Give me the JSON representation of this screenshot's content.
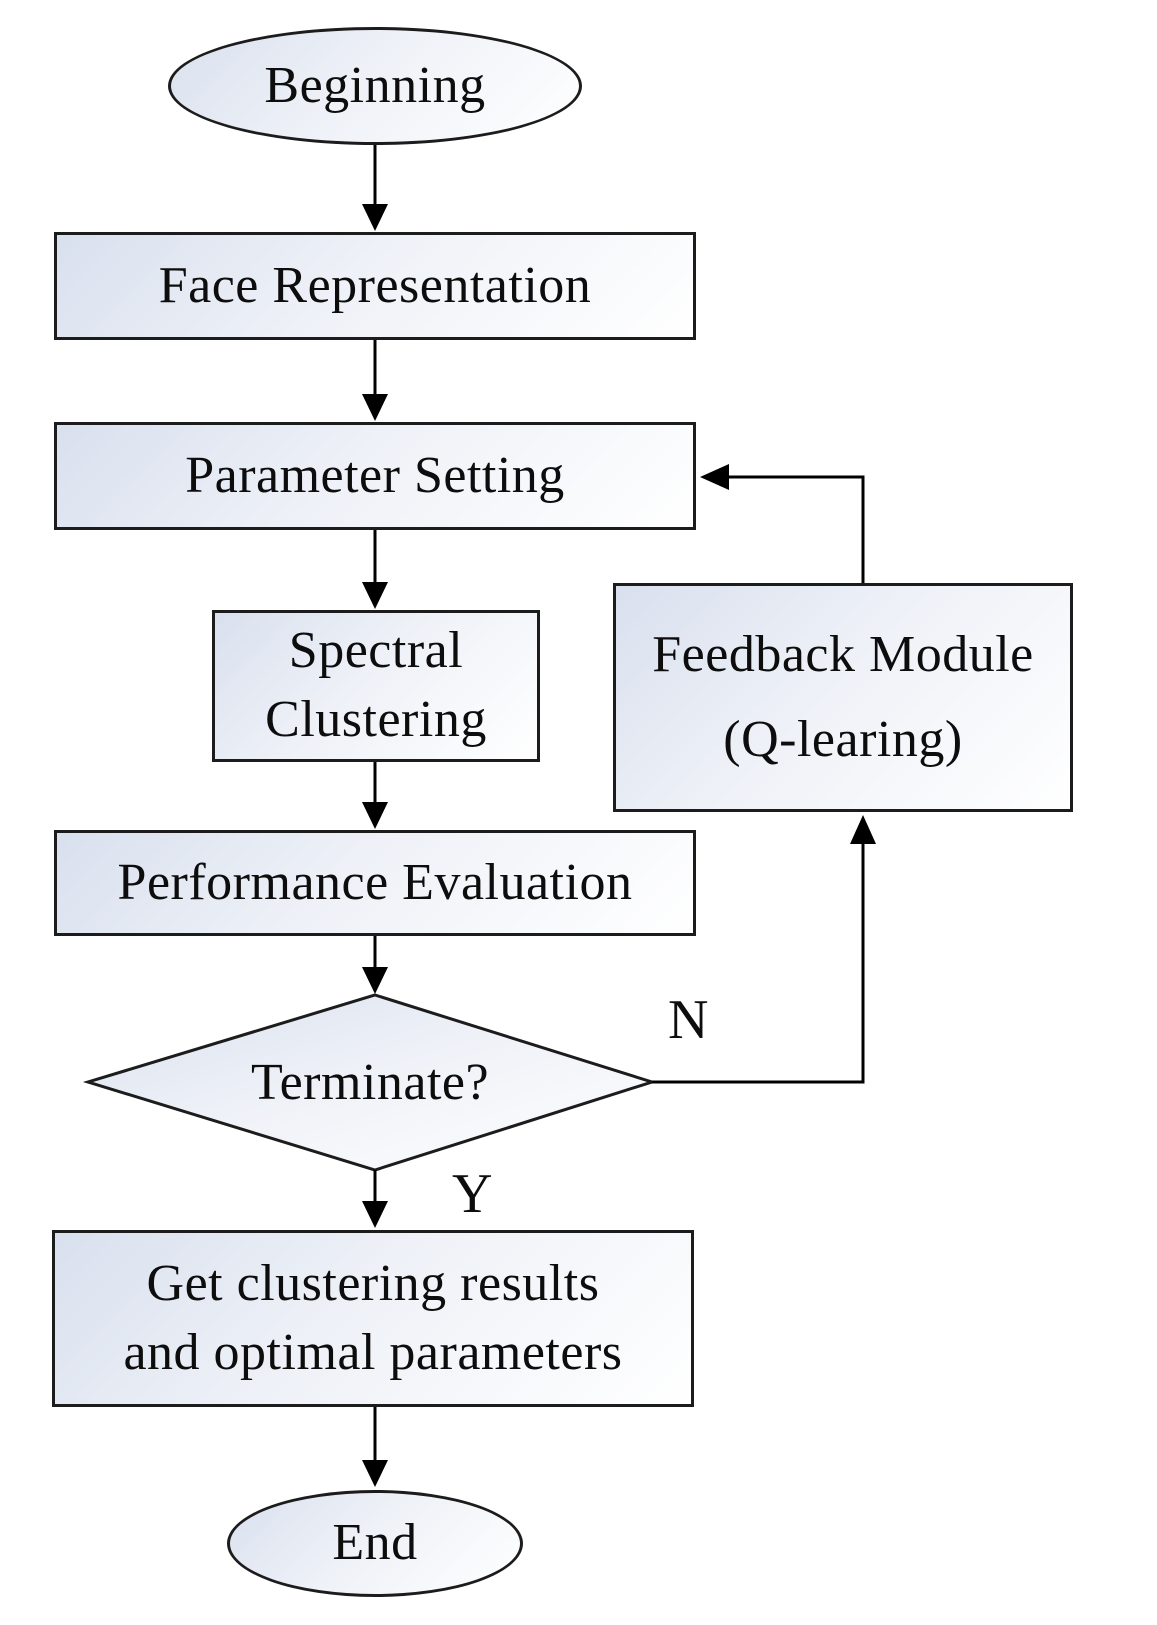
{
  "flowchart": {
    "nodes": {
      "beginning": "Beginning",
      "face_representation": "Face Representation",
      "parameter_setting": "Parameter Setting",
      "spectral_clustering": "Spectral\nClustering",
      "feedback_module": "Feedback Module\n(Q-learing)",
      "performance_evaluation": "Performance Evaluation",
      "terminate": "Terminate?",
      "get_results": "Get clustering results\nand optimal parameters",
      "end": "End"
    },
    "edge_labels": {
      "no": "N",
      "yes": "Y"
    },
    "colors": {
      "border": "#1c1c1c",
      "connector": "#000000",
      "node_fill_dark": "#d9e0ee",
      "node_fill_light": "#ffffff",
      "text": "#0d0d0d",
      "background": "#ffffff"
    }
  }
}
